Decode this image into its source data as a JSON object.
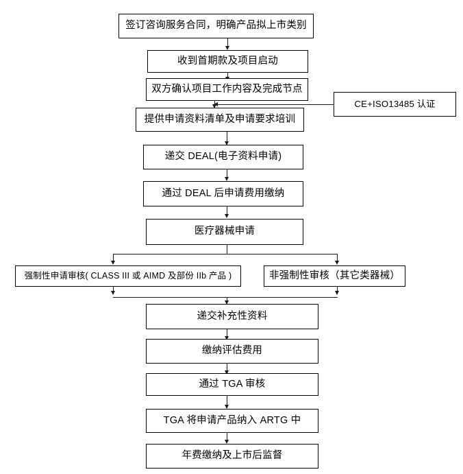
{
  "diagram": {
    "title": "TGA Medical Device Registration Process Flowchart",
    "background_color": "#ffffff",
    "line_color": "#1a1a1a",
    "box_border_color": "#000000",
    "text_color": "#000000",
    "nodes": [
      {
        "id": "n1",
        "label": "签订咨询服务合同，明确产品拟上市类别"
      },
      {
        "id": "n2",
        "label": "收到首期款及项目启动"
      },
      {
        "id": "n3",
        "label": "双方确认项目工作内容及完成节点"
      },
      {
        "id": "n4",
        "label": "提供申请资料清单及申请要求培训"
      },
      {
        "id": "n5",
        "label": "递交 DEAL(电子资料申请)"
      },
      {
        "id": "n6",
        "label": "通过 DEAL 后申请费用缴纳"
      },
      {
        "id": "n7",
        "label": "医疗器械申请"
      },
      {
        "id": "n8",
        "label": "强制性申请审核( CLASS III 或 AIMD 及部份 IIb 产品 )"
      },
      {
        "id": "n9",
        "label": "非强制性审核（其它类器械）"
      },
      {
        "id": "n10",
        "label": "递交补充性资料"
      },
      {
        "id": "n11",
        "label": "缴纳评估费用"
      },
      {
        "id": "n12",
        "label": "通过 TGA 审核"
      },
      {
        "id": "n13",
        "label": "TGA 将申请产品纳入 ARTG 中"
      },
      {
        "id": "n14",
        "label": "年费缴纳及上市后监督"
      },
      {
        "id": "side",
        "label": "CE+ISO13485 认证"
      }
    ]
  }
}
